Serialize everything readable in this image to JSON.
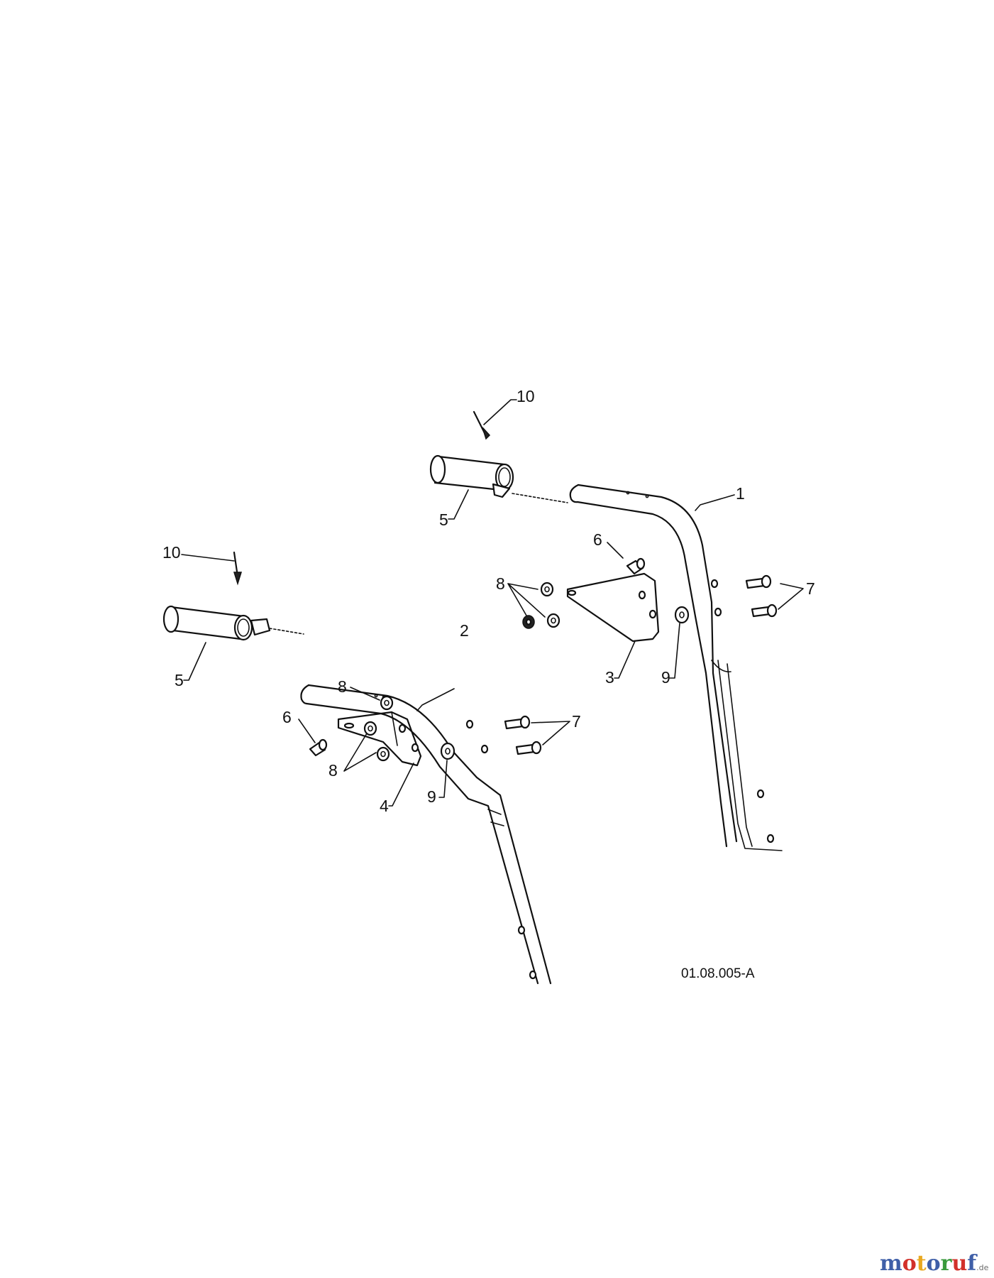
{
  "callouts": {
    "c1": "1",
    "c2": "2",
    "c3": "3",
    "c4": "4",
    "c5a": "5",
    "c5b": "5",
    "c6a": "6",
    "c6b": "6",
    "c7a": "7",
    "c7b": "7",
    "c8a": "8",
    "c8b": "8",
    "c8c": "8",
    "c9a": "9",
    "c9b": "9",
    "c10a": "10",
    "c10b": "10"
  },
  "drawing_code": "01.08.005-A",
  "watermark": {
    "letters": [
      "m",
      "o",
      "t",
      "o",
      "r",
      "u",
      "f"
    ],
    "colors": [
      "#3f5fa8",
      "#d2312b",
      "#e9a820",
      "#3f5fa8",
      "#3a9a3c",
      "#d2312b",
      "#3f5fa8"
    ],
    "suffix": ".de"
  }
}
